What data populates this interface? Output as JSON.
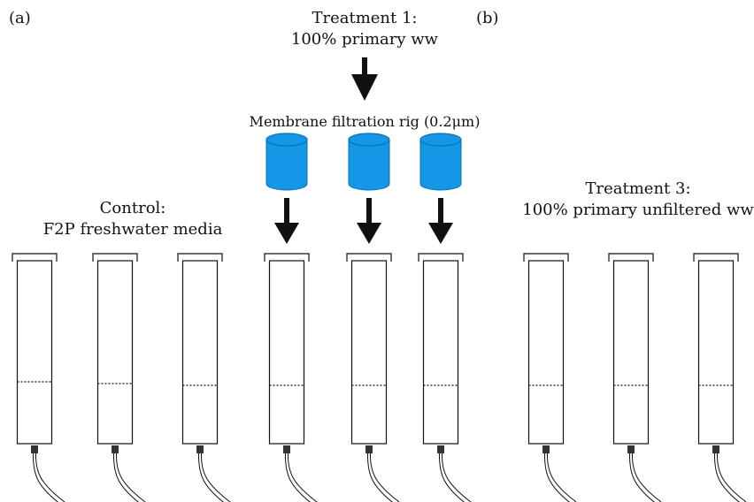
{
  "panels": {
    "a": "(a)",
    "b": "(b)"
  },
  "treatment1": {
    "line1": "Treatment 1:",
    "line2": "100% primary ww"
  },
  "membrane": {
    "label": "Membrane filtration rig (0.2μm)"
  },
  "control": {
    "line1": "Control:",
    "line2": "F2P freshwater media"
  },
  "treatment3": {
    "line1": "Treatment 3:",
    "line2": "100% primary unfiltered ww"
  },
  "colors": {
    "filter_fill": "#1597e8",
    "filter_stroke": "#0b6fb5",
    "line": "#111111",
    "connector": "#333333",
    "dashed": "#111111"
  },
  "groups": [
    {
      "name": "control",
      "columns": 3,
      "has_filter": false
    },
    {
      "name": "treatment-1",
      "columns": 3,
      "has_filter": true
    },
    {
      "name": "treatment-3",
      "columns": 3,
      "has_filter": false
    }
  ]
}
